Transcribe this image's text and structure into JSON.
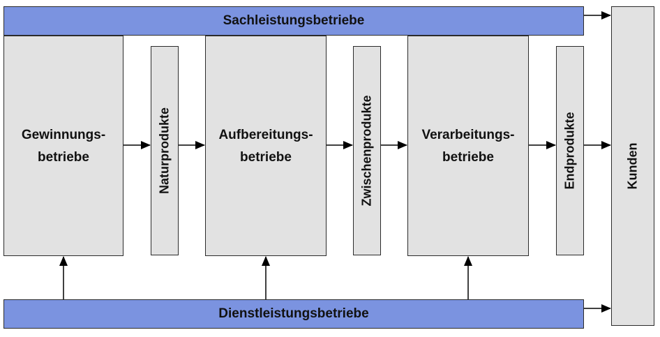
{
  "top_bar": {
    "label": "Sachleistungsbetriebe"
  },
  "bottom_bar": {
    "label": "Dienstleistungsbetriebe"
  },
  "stages": [
    {
      "line1": "Gewinnungs-",
      "line2": "betriebe"
    },
    {
      "line1": "Aufbereitungs-",
      "line2": "betriebe"
    },
    {
      "line1": "Verarbeitungs-",
      "line2": "betriebe"
    }
  ],
  "products": [
    "Naturprodukte",
    "Zwischenprodukte",
    "Endprodukte"
  ],
  "customers": {
    "label": "Kunden"
  },
  "colors": {
    "bar": "#7b93e0",
    "box": "#e2e2e2",
    "line": "#000000"
  }
}
